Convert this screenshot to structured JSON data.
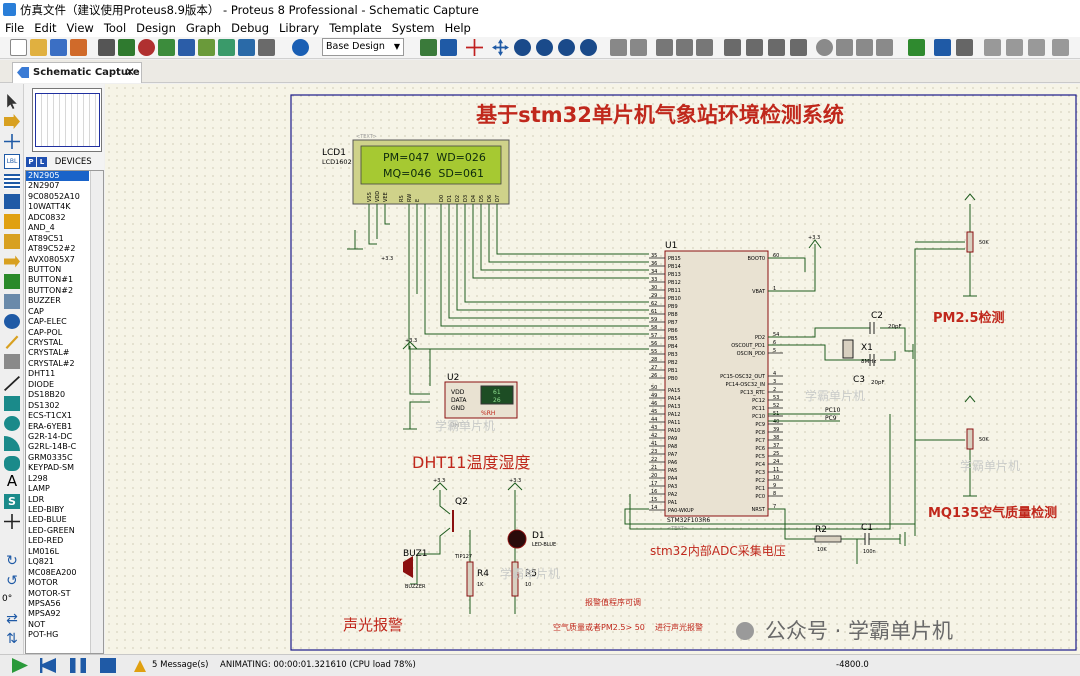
{
  "window": {
    "title": "仿真文件（建议使用Proteus8.9版本） - Proteus 8 Professional - Schematic Capture"
  },
  "menu": [
    "File",
    "Edit",
    "View",
    "Tool",
    "Design",
    "Graph",
    "Debug",
    "Library",
    "Template",
    "System",
    "Help"
  ],
  "toolbar": {
    "design_select": "Base Design"
  },
  "tab": {
    "label": "Schematic Capture"
  },
  "devices": {
    "header": "DEVICES",
    "items": [
      "2N2905",
      "2N2907",
      "9C08052A10",
      "10WATT4K",
      "ADC0832",
      "AND_4",
      "AT89C51",
      "AT89C52#2",
      "AVX0805X7",
      "BUTTON",
      "BUTTON#1",
      "BUTTON#2",
      "BUZZER",
      "CAP",
      "CAP-ELEC",
      "CAP-POL",
      "CRYSTAL",
      "CRYSTAL#",
      "CRYSTAL#2",
      "DHT11",
      "DIODE",
      "DS18B20",
      "DS1302",
      "ECS-T1CX1",
      "ERA-6YEB1",
      "G2R-14-DC",
      "G2RL-14B-C",
      "GRM0335C",
      "KEYPAD-SM",
      "L298",
      "LAMP",
      "LDR",
      "LED-BIBY",
      "LED-BLUE",
      "LED-GREEN",
      "LED-RED",
      "LM016L",
      "LQ821",
      "MC08EA200",
      "MOTOR",
      "MOTOR-ST",
      "MPSA56",
      "MPSA92",
      "NOT",
      "POT-HG"
    ],
    "selected": 0
  },
  "lefttools": {
    "rotation": "0°"
  },
  "schematic": {
    "title": "基于stm32单片机气象站环境检测系统",
    "lcd": {
      "ref": "LCD1",
      "part": "LCD1602",
      "line1": "PM=047  WD=026",
      "line2": "MQ=046  SD=061",
      "pins": [
        "VSS",
        "VDD",
        "VEE",
        "RS",
        "RW",
        "E",
        "D0",
        "D1",
        "D2",
        "D3",
        "D4",
        "D5",
        "D6",
        "D7"
      ]
    },
    "mcu": {
      "ref": "U1",
      "part": "STM32F103R6",
      "left_pins": [
        {
          "n": "35",
          "l": "PB15"
        },
        {
          "n": "36",
          "l": "PB14"
        },
        {
          "n": "34",
          "l": "PB13"
        },
        {
          "n": "33",
          "l": "PB12"
        },
        {
          "n": "30",
          "l": "PB11"
        },
        {
          "n": "29",
          "l": "PB10"
        },
        {
          "n": "62",
          "l": "PB9"
        },
        {
          "n": "61",
          "l": "PB8"
        },
        {
          "n": "59",
          "l": "PB7"
        },
        {
          "n": "58",
          "l": "PB6"
        },
        {
          "n": "57",
          "l": "PB5"
        },
        {
          "n": "56",
          "l": "PB4"
        },
        {
          "n": "55",
          "l": "PB3"
        },
        {
          "n": "28",
          "l": "PB2"
        },
        {
          "n": "27",
          "l": "PB1"
        },
        {
          "n": "26",
          "l": "PB0"
        },
        {
          "n": "50",
          "l": "PA15"
        },
        {
          "n": "49",
          "l": "PA14"
        },
        {
          "n": "46",
          "l": "PA13"
        },
        {
          "n": "45",
          "l": "PA12"
        },
        {
          "n": "44",
          "l": "PA11"
        },
        {
          "n": "43",
          "l": "PA10"
        },
        {
          "n": "42",
          "l": "PA9"
        },
        {
          "n": "41",
          "l": "PA8"
        },
        {
          "n": "23",
          "l": "PA7"
        },
        {
          "n": "22",
          "l": "PA6"
        },
        {
          "n": "21",
          "l": "PA5"
        },
        {
          "n": "20",
          "l": "PA4"
        },
        {
          "n": "17",
          "l": "PA3"
        },
        {
          "n": "16",
          "l": "PA2"
        },
        {
          "n": "15",
          "l": "PA1"
        },
        {
          "n": "14",
          "l": "PA0-WKUP"
        }
      ],
      "right_pins": [
        {
          "n": "60",
          "l": "BOOT0"
        },
        {
          "n": "1",
          "l": "VBAT"
        },
        {
          "n": "54",
          "l": "PD2"
        },
        {
          "n": "6",
          "l": "OSCOUT_PD1"
        },
        {
          "n": "5",
          "l": "OSCIN_PD0"
        },
        {
          "n": "4",
          "l": "PC15-OSC32_OUT"
        },
        {
          "n": "3",
          "l": "PC14-OSC32_IN"
        },
        {
          "n": "2",
          "l": "PC13_RTC"
        },
        {
          "n": "53",
          "l": "PC12"
        },
        {
          "n": "52",
          "l": "PC11"
        },
        {
          "n": "51",
          "l": "PC10"
        },
        {
          "n": "40",
          "l": "PC9"
        },
        {
          "n": "39",
          "l": "PC8"
        },
        {
          "n": "38",
          "l": "PC7"
        },
        {
          "n": "37",
          "l": "PC6"
        },
        {
          "n": "25",
          "l": "PC5"
        },
        {
          "n": "24",
          "l": "PC4"
        },
        {
          "n": "11",
          "l": "PC3"
        },
        {
          "n": "10",
          "l": "PC2"
        },
        {
          "n": "9",
          "l": "PC1"
        },
        {
          "n": "8",
          "l": "PC0"
        },
        {
          "n": "7",
          "l": "NRST"
        }
      ]
    },
    "dht": {
      "ref": "U2",
      "part": "DHT11",
      "pins": [
        "VDD",
        "DATA",
        "GND"
      ],
      "v1": "61",
      "v2": "26",
      "rh": "%RH",
      "label": "DHT11温度湿度"
    },
    "labels": {
      "pm": "PM2.5检测",
      "mq": "MQ135空气质量检测",
      "adc": "stm32内部ADC采集电压",
      "alarm": "声光报警",
      "alarm_note": "报警值程序可调",
      "alarm_cond": "空气质量或者PM2.5> 50    进行声光报警",
      "watermark": "学霸单片机",
      "wechat": "公众号 · 学霸单片机",
      "text_tag": "<TEXT>"
    },
    "parts": {
      "c2": "C2",
      "c2v": "20pF",
      "c3": "C3",
      "c3v": "20pF",
      "x1": "X1",
      "x1v": "8MHz",
      "r2": "R2",
      "r2v": "10K",
      "c1": "C1",
      "c1v": "100n",
      "q2": "Q2",
      "q2v": "TIP127",
      "r4": "R4",
      "r4v": "1K",
      "r5": "R5",
      "r5v": "10",
      "d1": "D1",
      "d1v": "LED-BLUE",
      "buz": "BUZ1",
      "buzv": "BUZZER",
      "pot": "50K",
      "vcc": "+3.3",
      "pc10": "PC10",
      "pc9": "PC9"
    }
  },
  "status": {
    "messages": "5 Message(s)",
    "animating": "ANIMATING: 00:00:01.321610 (CPU load 78%)",
    "coord": "-4800.0"
  },
  "colors": {
    "accent": "#1a63c9",
    "title_red": "#c0281c",
    "wire": "#1e5c1e",
    "part": "#8b1010",
    "canvas": "#f6f4e7"
  }
}
